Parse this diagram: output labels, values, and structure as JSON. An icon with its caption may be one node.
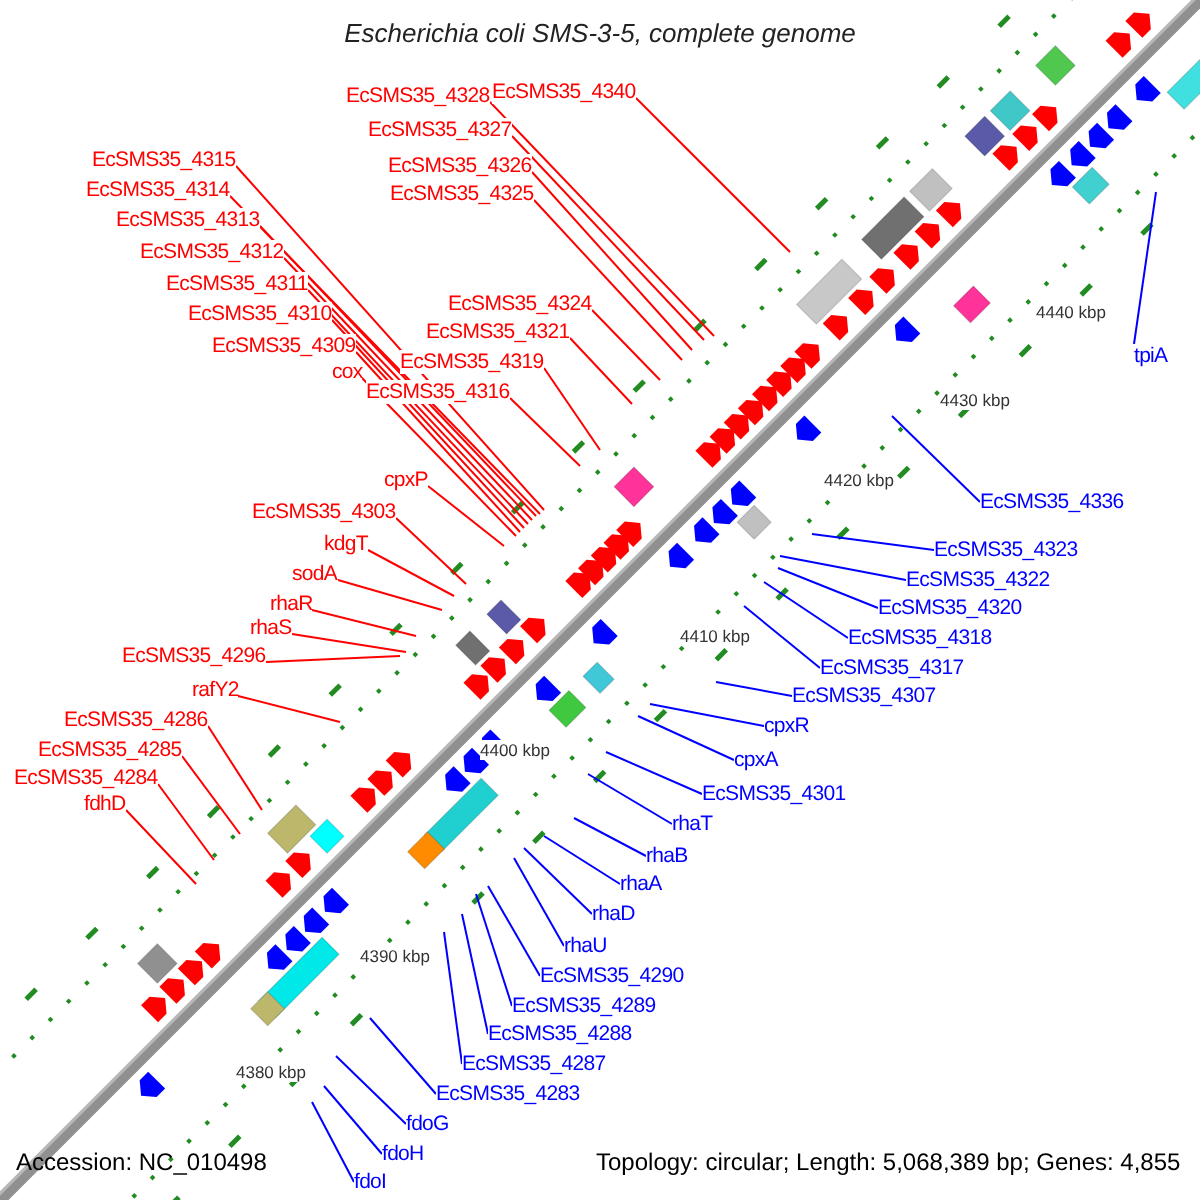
{
  "diagram": {
    "title": "Escherichia coli SMS-3-5, complete genome",
    "nodes": [
      {
        "text": [
          "EcSMS35_4328"
        ]
      },
      {
        "text": [
          "EcSMS35_4340"
        ]
      },
      {
        "text": [
          "EcSMS35_4327"
        ]
      },
      {
        "text": [
          "EcSMS35_4326"
        ]
      },
      {
        "text": [
          "EcSMS35_4325"
        ]
      },
      {
        "text": [
          "EcSMS35_4315"
        ]
      },
      {
        "text": [
          "EcSMS35_4314"
        ]
      },
      {
        "text": [
          "EcSMS35_4313"
        ]
      },
      {
        "text": [
          "EcSMS35_4312"
        ]
      },
      {
        "text": [
          "EcSMS35_4311"
        ]
      },
      {
        "text": [
          "EcSMS35_4310"
        ]
      },
      {
        "text": [
          "EcSMS35_4309"
        ]
      },
      {
        "text": [
          "cox"
        ]
      },
      {
        "text": [
          "EcSMS35_4324"
        ]
      },
      {
        "text": [
          "EcSMS35_4321"
        ]
      },
      {
        "text": [
          "EcSMS35_4319"
        ]
      },
      {
        "text": [
          "EcSMS35_4316"
        ]
      },
      {
        "text": [
          "cpxP"
        ]
      },
      {
        "text": [
          "EcSMS35_4303"
        ]
      },
      {
        "text": [
          "kdgT"
        ]
      },
      {
        "text": [
          "sodA"
        ]
      },
      {
        "text": [
          "rhaR"
        ]
      },
      {
        "text": [
          "rhaS"
        ]
      },
      {
        "text": [
          "EcSMS35_4296"
        ]
      },
      {
        "text": [
          "rafY2"
        ]
      },
      {
        "text": [
          "EcSMS35_4286"
        ]
      },
      {
        "text": [
          "EcSMS35_4285"
        ]
      },
      {
        "text": [
          "EcSMS35_4284"
        ]
      },
      {
        "text": [
          "fdhD"
        ]
      },
      {
        "text": [
          "tpiA"
        ]
      },
      {
        "text": [
          "EcSMS35_4336"
        ]
      },
      {
        "text": [
          "EcSMS35_4323"
        ]
      },
      {
        "text": [
          "EcSMS35_4322"
        ]
      },
      {
        "text": [
          "EcSMS35_4320"
        ]
      },
      {
        "text": [
          "EcSMS35_4318"
        ]
      },
      {
        "text": [
          "EcSMS35_4317"
        ]
      },
      {
        "text": [
          "EcSMS35_4307"
        ]
      },
      {
        "text": [
          "cpxR"
        ]
      },
      {
        "text": [
          "cpxA"
        ]
      },
      {
        "text": [
          "EcSMS35_4301"
        ]
      },
      {
        "text": [
          "rhaT"
        ]
      },
      {
        "text": [
          "rhaB"
        ]
      },
      {
        "text": [
          "rhaA"
        ]
      },
      {
        "text": [
          "rhaD"
        ]
      },
      {
        "text": [
          "rhaU"
        ]
      },
      {
        "text": [
          "EcSMS35_4290"
        ]
      },
      {
        "text": [
          "EcSMS35_4289"
        ]
      },
      {
        "text": [
          "EcSMS35_4288"
        ]
      },
      {
        "text": [
          "EcSMS35_4287"
        ]
      },
      {
        "text": [
          "EcSMS35_4283"
        ]
      },
      {
        "text": [
          "fdoG"
        ]
      },
      {
        "text": [
          "fdoH"
        ]
      },
      {
        "text": [
          "fdoI"
        ]
      }
    ],
    "edges": [
      {
        "from": 0,
        "to": null,
        "arrow": "none",
        "color": "#ff0000"
      },
      {
        "from": 1,
        "to": null,
        "arrow": "none",
        "color": "#ff0000"
      },
      {
        "from": 2,
        "to": null,
        "arrow": "none",
        "color": "#ff0000"
      },
      {
        "from": 3,
        "to": null,
        "arrow": "none",
        "color": "#ff0000"
      },
      {
        "from": 4,
        "to": null,
        "arrow": "none",
        "color": "#ff0000"
      },
      {
        "from": 5,
        "to": null,
        "arrow": "none",
        "color": "#ff0000"
      },
      {
        "from": 6,
        "to": null,
        "arrow": "none",
        "color": "#ff0000"
      },
      {
        "from": 7,
        "to": null,
        "arrow": "none",
        "color": "#ff0000"
      },
      {
        "from": 8,
        "to": null,
        "arrow": "none",
        "color": "#ff0000"
      },
      {
        "from": 9,
        "to": null,
        "arrow": "none",
        "color": "#ff0000"
      },
      {
        "from": 10,
        "to": null,
        "arrow": "none",
        "color": "#ff0000"
      },
      {
        "from": 11,
        "to": null,
        "arrow": "none",
        "color": "#ff0000"
      },
      {
        "from": 12,
        "to": null,
        "arrow": "none",
        "color": "#ff0000"
      },
      {
        "from": 13,
        "to": null,
        "arrow": "none",
        "color": "#ff0000"
      },
      {
        "from": 14,
        "to": null,
        "arrow": "none",
        "color": "#ff0000"
      },
      {
        "from": 15,
        "to": null,
        "arrow": "none",
        "color": "#ff0000"
      },
      {
        "from": 16,
        "to": null,
        "arrow": "none",
        "color": "#ff0000"
      },
      {
        "from": 17,
        "to": null,
        "arrow": "none",
        "color": "#ff0000"
      },
      {
        "from": 18,
        "to": null,
        "arrow": "none",
        "color": "#ff0000"
      },
      {
        "from": 19,
        "to": null,
        "arrow": "none",
        "color": "#ff0000"
      },
      {
        "from": 20,
        "to": null,
        "arrow": "none",
        "color": "#ff0000"
      },
      {
        "from": 21,
        "to": null,
        "arrow": "none",
        "color": "#ff0000"
      },
      {
        "from": 22,
        "to": null,
        "arrow": "none",
        "color": "#ff0000"
      },
      {
        "from": 23,
        "to": null,
        "arrow": "none",
        "color": "#ff0000"
      },
      {
        "from": 24,
        "to": null,
        "arrow": "none",
        "color": "#ff0000"
      },
      {
        "from": 25,
        "to": null,
        "arrow": "none",
        "color": "#ff0000"
      },
      {
        "from": 26,
        "to": null,
        "arrow": "none",
        "color": "#ff0000"
      },
      {
        "from": 27,
        "to": null,
        "arrow": "none",
        "color": "#ff0000"
      },
      {
        "from": 28,
        "to": null,
        "arrow": "none",
        "color": "#ff0000"
      },
      {
        "from": 29,
        "to": null,
        "arrow": "none",
        "color": "#0000ff"
      },
      {
        "from": 30,
        "to": null,
        "arrow": "none",
        "color": "#0000ff"
      },
      {
        "from": 31,
        "to": null,
        "arrow": "none",
        "color": "#0000ff"
      },
      {
        "from": 32,
        "to": null,
        "arrow": "none",
        "color": "#0000ff"
      },
      {
        "from": 33,
        "to": null,
        "arrow": "none",
        "color": "#0000ff"
      },
      {
        "from": 34,
        "to": null,
        "arrow": "none",
        "color": "#0000ff"
      },
      {
        "from": 35,
        "to": null,
        "arrow": "none",
        "color": "#0000ff"
      },
      {
        "from": 36,
        "to": null,
        "arrow": "none",
        "color": "#0000ff"
      },
      {
        "from": 37,
        "to": null,
        "arrow": "none",
        "color": "#0000ff"
      },
      {
        "from": 38,
        "to": null,
        "arrow": "none",
        "color": "#0000ff"
      },
      {
        "from": 39,
        "to": null,
        "arrow": "none",
        "color": "#0000ff"
      },
      {
        "from": 40,
        "to": null,
        "arrow": "none",
        "color": "#0000ff"
      },
      {
        "from": 41,
        "to": null,
        "arrow": "none",
        "color": "#0000ff"
      },
      {
        "from": 42,
        "to": null,
        "arrow": "none",
        "color": "#0000ff"
      },
      {
        "from": 43,
        "to": null,
        "arrow": "none",
        "color": "#0000ff"
      },
      {
        "from": 44,
        "to": null,
        "arrow": "none",
        "color": "#0000ff"
      },
      {
        "from": 45,
        "to": null,
        "arrow": "none",
        "color": "#0000ff"
      },
      {
        "from": 46,
        "to": null,
        "arrow": "none",
        "color": "#0000ff"
      },
      {
        "from": 47,
        "to": null,
        "arrow": "none",
        "color": "#0000ff"
      },
      {
        "from": 48,
        "to": null,
        "arrow": "none",
        "color": "#0000ff"
      },
      {
        "from": 49,
        "to": null,
        "arrow": "none",
        "color": "#0000ff"
      },
      {
        "from": 50,
        "to": null,
        "arrow": "none",
        "color": "#0000ff"
      },
      {
        "from": 51,
        "to": null,
        "arrow": "none",
        "color": "#0000ff"
      },
      {
        "from": 52,
        "to": null,
        "arrow": "none",
        "color": "#0000ff"
      }
    ],
    "labels": [
      "4440 kbp",
      "4430 kbp",
      "4420 kbp",
      "4410 kbp",
      "4400 kbp",
      "4390 kbp",
      "4380 kbp",
      "Accession: NC_010498",
      "Topology: circular; Length: 5,068,389 bp; Genes: 4,855"
    ]
  }
}
